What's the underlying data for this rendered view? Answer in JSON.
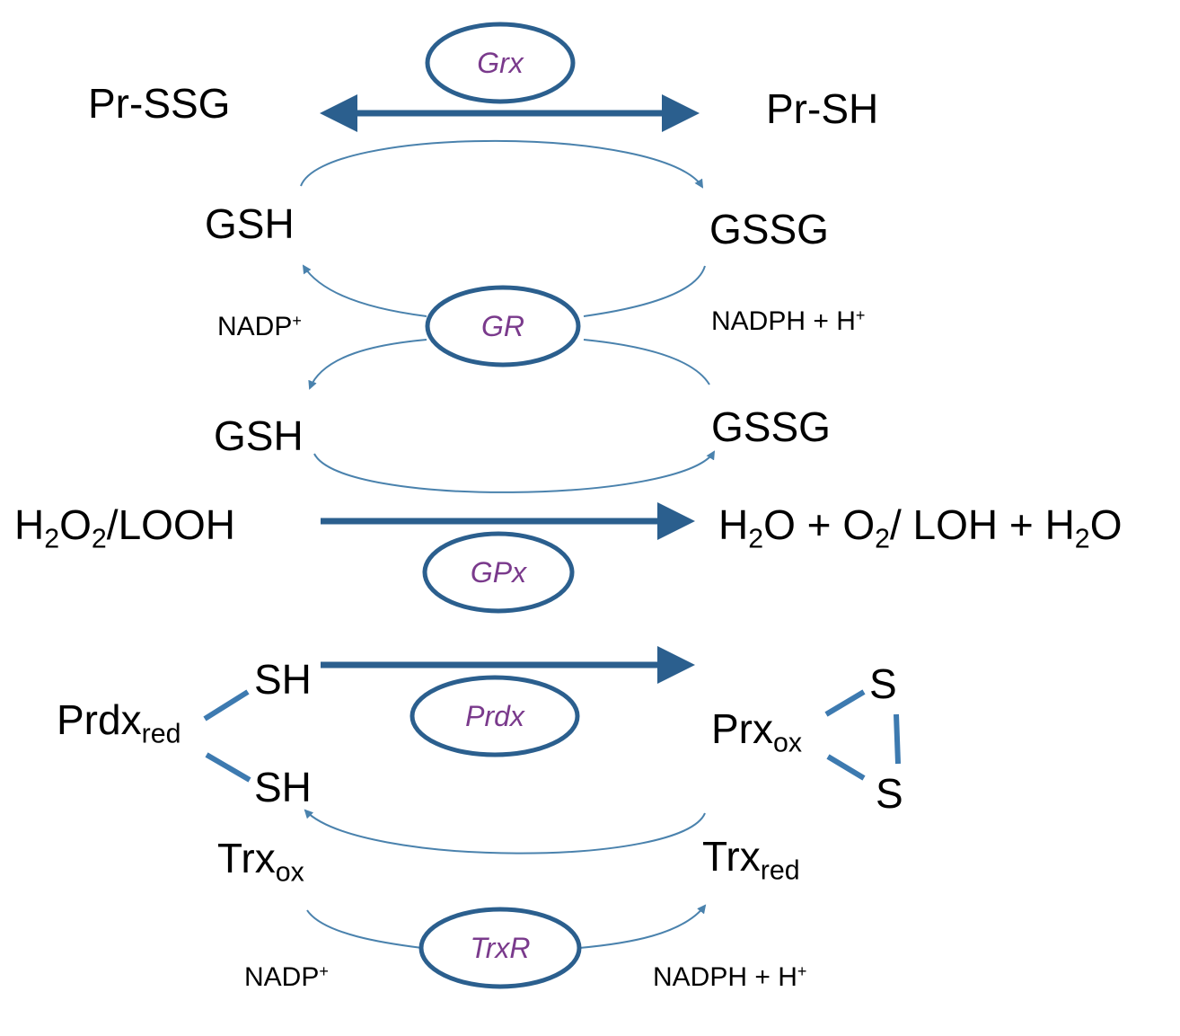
{
  "enzymes": {
    "grx": "Grx",
    "gr": "GR",
    "gpx": "GPx",
    "prdx": "Prdx",
    "trxr": "TrxR"
  },
  "species": {
    "pr_ssg": "Pr-SSG",
    "pr_sh": "Pr-SH",
    "gsh_top": "GSH",
    "gssg_top": "GSSG",
    "nadp_left": "NADP",
    "nadp_left_sup": "+",
    "nadph_right": "NADPH + H",
    "nadph_right_sup": "+",
    "gsh_mid": "GSH",
    "gssg_mid": "GSSG",
    "peroxide_h": "H",
    "peroxide_sub1": "2",
    "peroxide_o": "O",
    "peroxide_sub2": "2",
    "peroxide_rest": "/LOOH",
    "prod_h": "H",
    "prod_sub1": "2",
    "prod_o_plus": "O + O",
    "prod_sub2": "2",
    "prod_mid": "/ LOH + H",
    "prod_sub3": "2",
    "prod_end": "O",
    "sh_top": "SH",
    "sh_bottom": "SH",
    "prdx_red": "Prdx",
    "prdx_red_sub": "red",
    "prx_ox": "Prx",
    "prx_ox_sub": "ox",
    "s_top": "S",
    "s_bottom": "S",
    "trx_ox": "Trx",
    "trx_ox_sub": "ox",
    "trx_red": "Trx",
    "trx_red_sub": "red",
    "nadp_bottom": "NADP",
    "nadp_bottom_sup": "+",
    "nadph_bottom": "NADPH + H",
    "nadph_bottom_sup": "+"
  },
  "colors": {
    "main_arrow": "#2b5f8e",
    "curve_arrow": "#4a82ad",
    "enzyme_ellipse": "#2b5f8e",
    "enzyme_text": "#7a3a8c",
    "bond": "#3d7ab0"
  }
}
